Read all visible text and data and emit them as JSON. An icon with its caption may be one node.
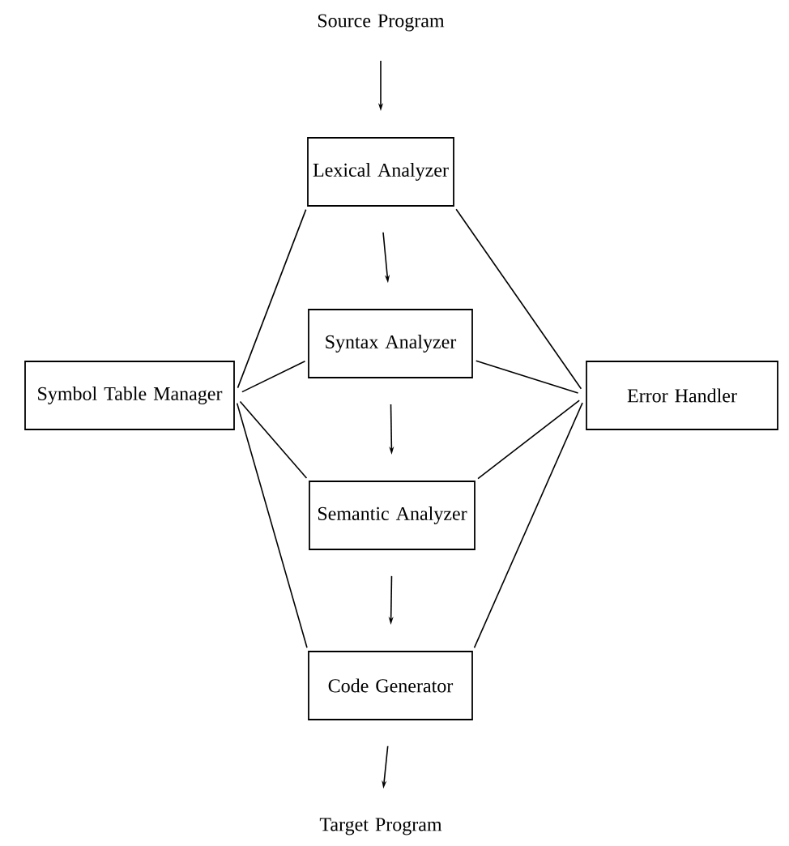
{
  "diagram": {
    "nodes": [
      {
        "text": [
          "Source Program"
        ]
      },
      {
        "text": [
          "Lexical Analyzer"
        ]
      },
      {
        "text": [
          "Syntax Analyzer"
        ]
      },
      {
        "text": [
          "Semantic Analyzer"
        ]
      },
      {
        "text": [
          "Code Generator"
        ]
      },
      {
        "text": [
          "Target Program"
        ]
      },
      {
        "text": [
          "Symbol Table Manager"
        ]
      },
      {
        "text": [
          "Error Handler"
        ]
      }
    ],
    "edges": [
      {
        "from": 0,
        "to": 1,
        "arrow": "to"
      },
      {
        "from": 1,
        "to": 2,
        "arrow": "to"
      },
      {
        "from": 2,
        "to": 3,
        "arrow": "to"
      },
      {
        "from": 3,
        "to": 4,
        "arrow": "to"
      },
      {
        "from": 4,
        "to": 5,
        "arrow": "to"
      },
      {
        "from": 6,
        "to": 1,
        "arrow": "none"
      },
      {
        "from": 6,
        "to": 2,
        "arrow": "none"
      },
      {
        "from": 6,
        "to": 3,
        "arrow": "none"
      },
      {
        "from": 6,
        "to": 4,
        "arrow": "none"
      },
      {
        "from": 7,
        "to": 1,
        "arrow": "none"
      },
      {
        "from": 7,
        "to": 2,
        "arrow": "none"
      },
      {
        "from": 7,
        "to": 3,
        "arrow": "none"
      },
      {
        "from": 7,
        "to": 4,
        "arrow": "none"
      }
    ]
  }
}
